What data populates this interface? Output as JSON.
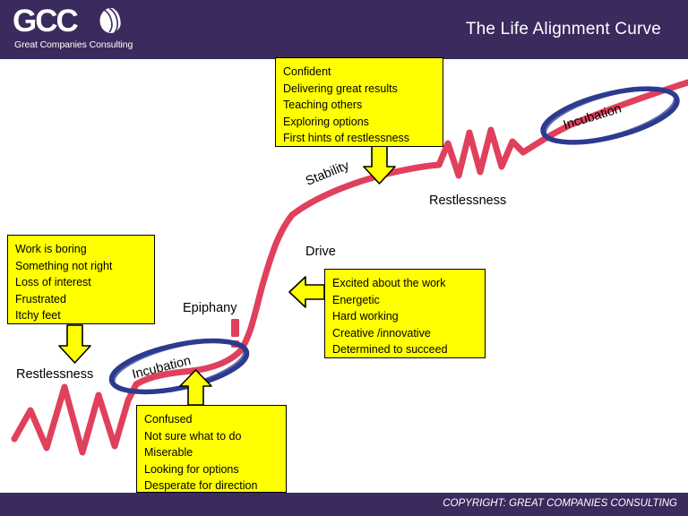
{
  "header": {
    "logo_text": "GCC",
    "logo_icon": "swirl-sphere-icon",
    "logo_tagline": "Great Companies Consulting",
    "title": "The Life Alignment Curve",
    "background_color": "#3a2a5e"
  },
  "footer": {
    "copyright": "COPYRIGHT: GREAT COMPANIES CONSULTING",
    "background_color": "#3a2a5e"
  },
  "colors": {
    "curve": "#e0405c",
    "oval": "#2c3b8f",
    "note_fill": "#ffff00",
    "note_border": "#000000",
    "arrow_fill": "#ffff00",
    "header": "#3a2a5e"
  },
  "notes": {
    "confident": {
      "name": "Confident stage note",
      "lines": [
        "Confident",
        "Delivering great results",
        "Teaching others",
        "Exploring options",
        "First hints of restlessness"
      ]
    },
    "boring": {
      "name": "Restlessness stage note",
      "lines": [
        "Work is boring",
        "Something not right",
        "Loss of interest",
        "Frustrated",
        "Itchy  feet"
      ]
    },
    "excited": {
      "name": "Drive stage note",
      "lines": [
        "Excited about the work",
        "Energetic",
        "Hard working",
        "Creative /innovative",
        "Determined to succeed"
      ]
    },
    "confused": {
      "name": "Incubation stage note",
      "lines": [
        "Confused",
        "Not sure what to do",
        "Miserable",
        "Looking for options",
        "Desperate for direction"
      ]
    }
  },
  "labels": {
    "stability": "Stability",
    "restlessness_right": "Restlessness",
    "drive": "Drive",
    "epiphany": "Epiphany",
    "restlessness_left": "Restlessness",
    "incubation_right": "Incubation",
    "incubation_left": "Incubation"
  },
  "markers": {
    "epiphany_marker": "!"
  },
  "chart_data": {
    "type": "line",
    "title": "The Life Alignment Curve",
    "xlabel": "",
    "ylabel": "",
    "description": "A hand-drawn style S-shaped life/career alignment curve rising from left to right, with jagged zig-zag segments marking Restlessness phases and ellipses marking Incubation phases.",
    "stages": [
      {
        "name": "Restlessness",
        "order": 1,
        "shape": "zigzag",
        "position": "bottom-left",
        "note": "boring"
      },
      {
        "name": "Incubation",
        "order": 2,
        "shape": "ellipse",
        "position": "lower-left",
        "note": "confused"
      },
      {
        "name": "Epiphany",
        "order": 3,
        "shape": "exclamation-marker",
        "position": "lower-middle",
        "note": null
      },
      {
        "name": "Drive",
        "order": 4,
        "shape": "steep-rise",
        "position": "middle",
        "note": "excited"
      },
      {
        "name": "Stability",
        "order": 5,
        "shape": "plateau-rise",
        "position": "upper-middle",
        "note": "confident"
      },
      {
        "name": "Restlessness",
        "order": 6,
        "shape": "zigzag",
        "position": "upper-right",
        "note": null
      },
      {
        "name": "Incubation",
        "order": 7,
        "shape": "ellipse",
        "position": "top-right",
        "note": null
      }
    ],
    "grid": false,
    "legend": "none"
  }
}
